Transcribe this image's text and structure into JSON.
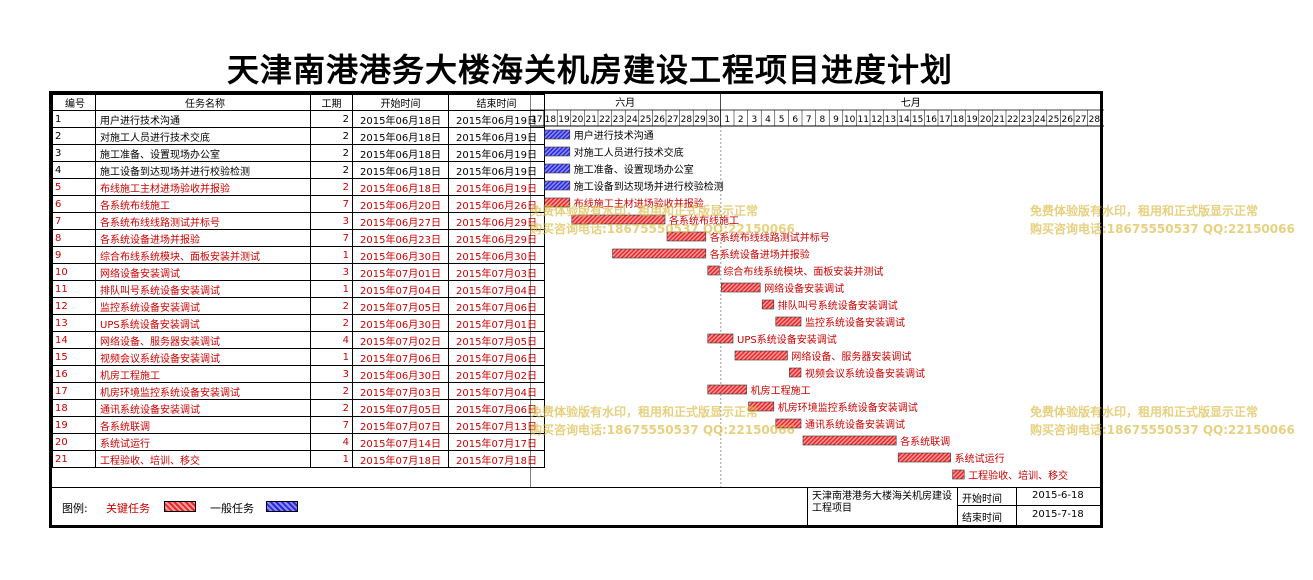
{
  "title": "天津南港港务大楼海关机房建设工程项目进度计划",
  "table": {
    "headers": {
      "id": "编号",
      "name": "任务名称",
      "duration": "工期",
      "start": "开始时间",
      "end": "结束时间"
    },
    "months": [
      {
        "label": "六月"
      },
      {
        "label": "七月"
      }
    ]
  },
  "chart_data": {
    "type": "gantt",
    "day_labels": [
      17,
      18,
      19,
      20,
      21,
      22,
      23,
      24,
      25,
      26,
      27,
      28,
      29,
      30,
      1,
      2,
      3,
      4,
      5,
      6,
      7,
      8,
      9,
      10,
      11,
      12,
      13,
      14,
      15,
      16,
      17,
      18,
      19,
      20,
      21,
      22,
      23,
      24,
      25,
      26,
      27,
      28
    ],
    "tasks": [
      {
        "id": "1",
        "name": "用户进行技术沟通",
        "duration": "2",
        "start": "2015年06月18日",
        "end": "2015年06月19日",
        "critical": false
      },
      {
        "id": "2",
        "name": "对施工人员进行技术交底",
        "duration": "2",
        "start": "2015年06月18日",
        "end": "2015年06月19日",
        "critical": false
      },
      {
        "id": "3",
        "name": "施工准备、设置现场办公室",
        "duration": "2",
        "start": "2015年06月18日",
        "end": "2015年06月19日",
        "critical": false
      },
      {
        "id": "4",
        "name": "施工设备到达现场并进行校验检测",
        "duration": "2",
        "start": "2015年06月18日",
        "end": "2015年06月19日",
        "critical": false
      },
      {
        "id": "5",
        "name": "布线施工主材进场验收并报验",
        "duration": "2",
        "start": "2015年06月18日",
        "end": "2015年06月19日",
        "critical": true
      },
      {
        "id": "6",
        "name": "各系统布线施工",
        "duration": "7",
        "start": "2015年06月20日",
        "end": "2015年06月26日",
        "critical": true
      },
      {
        "id": "7",
        "name": "各系统布线线路测试并标号",
        "duration": "3",
        "start": "2015年06月27日",
        "end": "2015年06月29日",
        "critical": true
      },
      {
        "id": "8",
        "name": "各系统设备进场并报验",
        "duration": "7",
        "start": "2015年06月23日",
        "end": "2015年06月29日",
        "critical": true
      },
      {
        "id": "9",
        "name": "综合布线系统模块、面板安装并测试",
        "duration": "1",
        "start": "2015年06月30日",
        "end": "2015年06月30日",
        "critical": true
      },
      {
        "id": "10",
        "name": "网络设备安装调试",
        "duration": "3",
        "start": "2015年07月01日",
        "end": "2015年07月03日",
        "critical": true
      },
      {
        "id": "11",
        "name": "排队叫号系统设备安装调试",
        "duration": "1",
        "start": "2015年07月04日",
        "end": "2015年07月04日",
        "critical": true
      },
      {
        "id": "12",
        "name": "监控系统设备安装调试",
        "duration": "2",
        "start": "2015年07月05日",
        "end": "2015年07月06日",
        "critical": true
      },
      {
        "id": "13",
        "name": "UPS系统设备安装调试",
        "duration": "2",
        "start": "2015年06月30日",
        "end": "2015年07月01日",
        "critical": true
      },
      {
        "id": "14",
        "name": "网络设备、服务器安装调试",
        "duration": "4",
        "start": "2015年07月02日",
        "end": "2015年07月05日",
        "critical": true
      },
      {
        "id": "15",
        "name": "视频会议系统设备安装调试",
        "duration": "1",
        "start": "2015年07月06日",
        "end": "2015年07月06日",
        "critical": true
      },
      {
        "id": "16",
        "name": "机房工程施工",
        "duration": "3",
        "start": "2015年06月30日",
        "end": "2015年07月02日",
        "critical": true
      },
      {
        "id": "17",
        "name": "机房环境监控系统设备安装调试",
        "duration": "2",
        "start": "2015年07月03日",
        "end": "2015年07月04日",
        "critical": true
      },
      {
        "id": "18",
        "name": "通讯系统设备安装调试",
        "duration": "2",
        "start": "2015年07月05日",
        "end": "2015年07月06日",
        "critical": true
      },
      {
        "id": "19",
        "name": "各系统联调",
        "duration": "7",
        "start": "2015年07月07日",
        "end": "2015年07月13日",
        "critical": true
      },
      {
        "id": "20",
        "name": "系统试运行",
        "duration": "4",
        "start": "2015年07月14日",
        "end": "2015年07月17日",
        "critical": true
      },
      {
        "id": "21",
        "name": "工程验收、培训、移交",
        "duration": "1",
        "start": "2015年07月18日",
        "end": "2015年07月18日",
        "critical": true
      }
    ]
  },
  "legend": {
    "label": "图例:",
    "critical": "关键任务",
    "normal": "一般任务"
  },
  "info": {
    "project": "天津南港港务大楼海关机房建设工程项目",
    "start_label": "开始时间",
    "start_value": "2015-6-18",
    "end_label": "结束时间",
    "end_value": "2015-7-18"
  },
  "watermark": {
    "line1": "免费体验版有水印，租用和正式版显示正常",
    "line2": "购买咨询电话:18675550537 QQ:22150066"
  },
  "colors": {
    "critical": "#e8292b",
    "normal": "#2a2ad8",
    "critical_text": "#cc0000",
    "watermark": "#dab93c"
  }
}
